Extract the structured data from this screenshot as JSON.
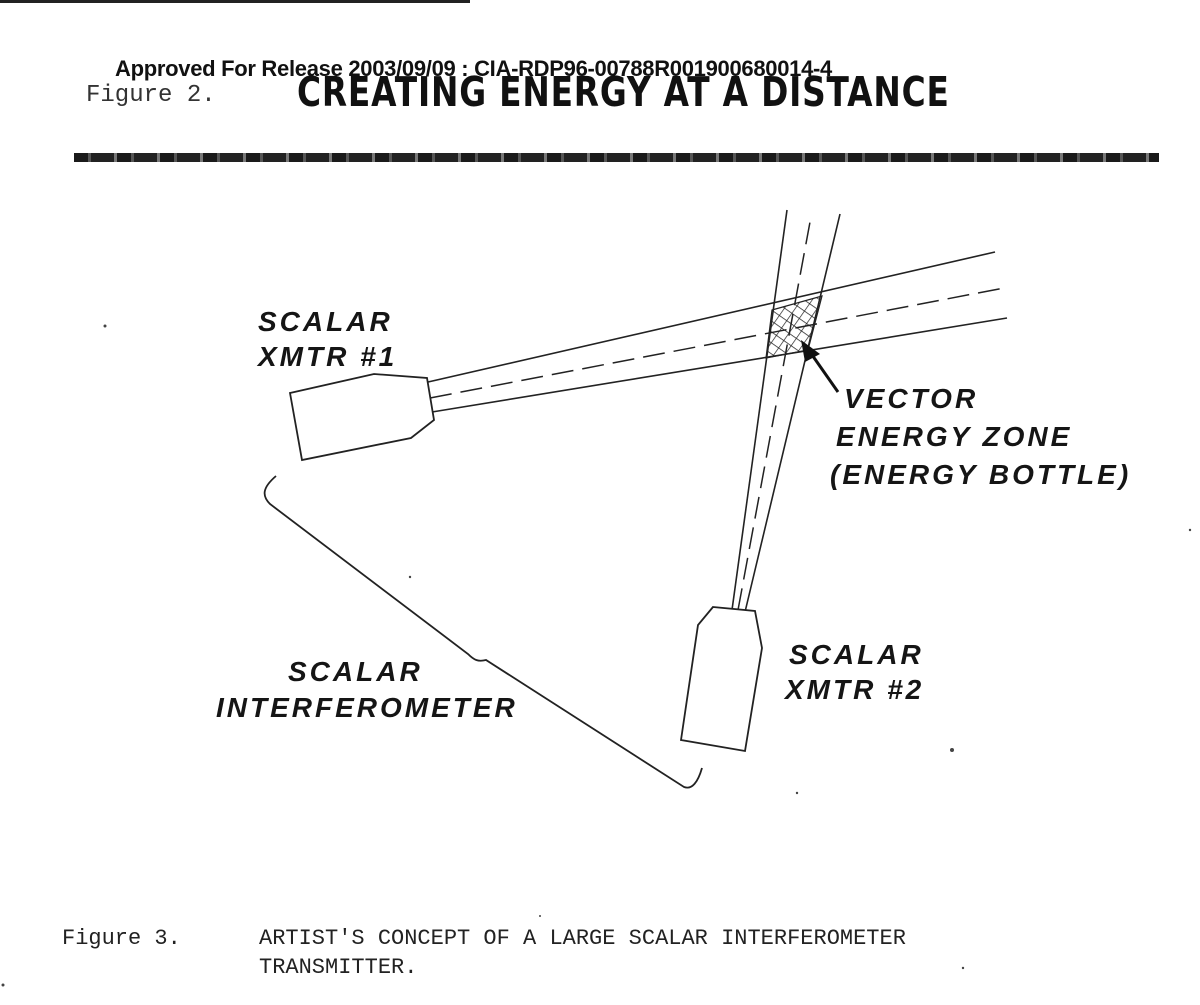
{
  "header": {
    "release_line": "Approved For Release 2003/09/09 : CIA-RDP96-00788R001900680014-4",
    "figure2_label": "Figure 2.",
    "title": "CREATING ENERGY AT A DISTANCE"
  },
  "diagram": {
    "transmitter1_line1": "SCALAR",
    "transmitter1_line2": "XMTR #1",
    "transmitter2_line1": "SCALAR",
    "transmitter2_line2": "XMTR #2",
    "zone_line1": "VECTOR",
    "zone_line2": "ENERGY ZONE",
    "zone_line3": "(ENERGY BOTTLE)",
    "interferometer_line1": "SCALAR",
    "interferometer_line2": "INTERFEROMETER"
  },
  "caption": {
    "figure_number": "Figure 3.",
    "line1": "ARTIST'S CONCEPT OF A LARGE SCALAR INTERFEROMETER",
    "line2": "TRANSMITTER."
  }
}
